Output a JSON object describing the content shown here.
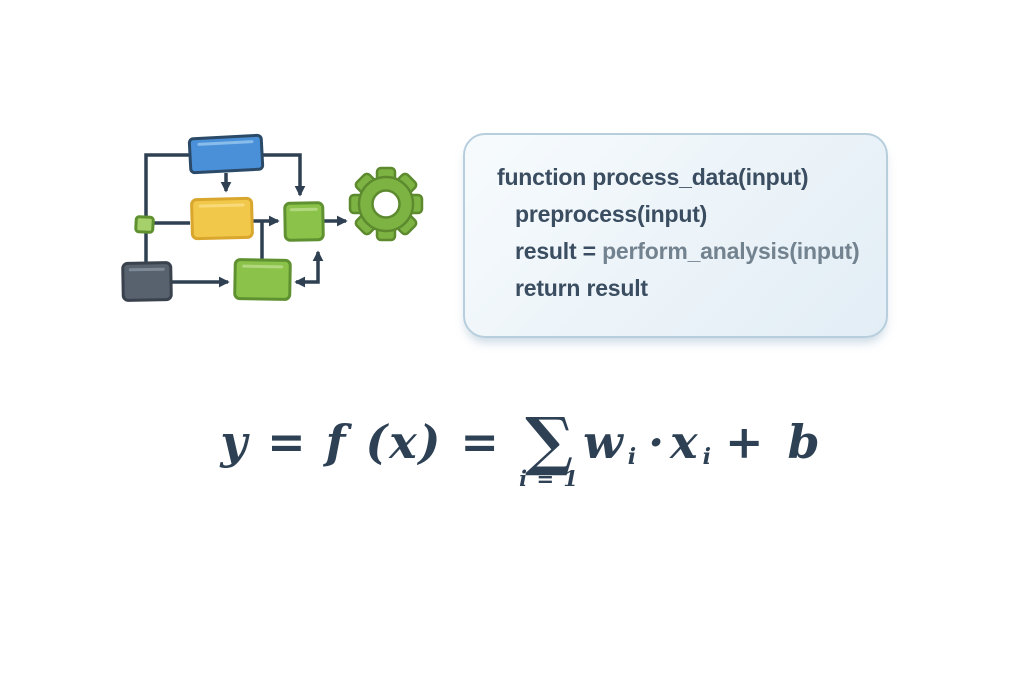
{
  "colors": {
    "line": "#2e4052",
    "node_blue": "#4a90d9",
    "node_blue_border": "#2b4a68",
    "node_blue_hl": "#9ecbf0",
    "node_yellow": "#f2c84b",
    "node_yellow_border": "#d9a62e",
    "node_yellow_hl": "#f9e08a",
    "node_green": "#8bc34a",
    "node_green_border": "#5f9131",
    "node_green_hl": "#bede92",
    "node_green_light": "#a5d06a",
    "node_gray": "#57626e",
    "node_gray_border": "#39424d",
    "node_gray_hl": "#8a97a4",
    "gear_green": "#7cb342",
    "gear_border": "#5d8a2f",
    "panel_bg_start": "#f7fbfd",
    "panel_bg_end": "#e2edf5",
    "panel_border": "#b7cedd",
    "code_text": "#3a4d61",
    "code_muted": "#72828f",
    "formula_text": "#2e4154"
  },
  "flowchart": {
    "nodes": [
      {
        "id": "input-node",
        "color": "blue"
      },
      {
        "id": "connector-node",
        "color": "light-green"
      },
      {
        "id": "process-node",
        "color": "yellow"
      },
      {
        "id": "stage-node",
        "color": "green"
      },
      {
        "id": "data-node",
        "color": "dark-gray"
      },
      {
        "id": "analysis-node",
        "color": "green"
      },
      {
        "id": "gear-icon",
        "color": "green"
      }
    ]
  },
  "code_panel": {
    "line1": "function process_data(input)",
    "line2": "preprocess(input)",
    "line3_lhs": "result =",
    "line3_rhs": "perform_analysis(input)",
    "line4": "return result"
  },
  "formula": {
    "lhs": "y = f (x) =",
    "sum_symbol": "∑",
    "sum_subscript": "i = 1",
    "term_w": "w",
    "term_w_sub": "i",
    "dot": "·",
    "term_x": "x",
    "term_x_sub": "i",
    "tail": "+ b"
  }
}
